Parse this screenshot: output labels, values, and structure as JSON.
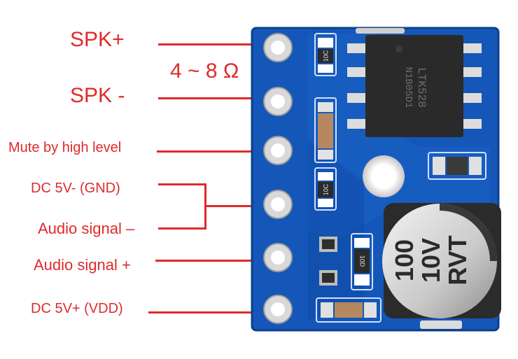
{
  "labels": {
    "spk_plus": "SPK+",
    "impedance": "4 ~ 8 Ω",
    "spk_minus": "SPK -",
    "mute": "Mute by high level",
    "dc_gnd": "DC 5V-  (GND)",
    "audio_minus": "Audio signal –",
    "audio_plus": "Audio signal +",
    "dc_vdd": "DC 5V+ (VDD)"
  },
  "board": {
    "chip_marking_line1": "LTK528",
    "chip_marking_line2": "N1B05D1",
    "resistor_code": "10C",
    "resistor_code_2": "10D",
    "cap_line1": "100",
    "cap_line2": "10V",
    "cap_line3": "RVT"
  },
  "colors": {
    "label_red": "#e02a2a",
    "pcb_blue": "#1457b8",
    "chip_black": "#2a2a2a",
    "pad_silver": "#d8d8d8"
  }
}
